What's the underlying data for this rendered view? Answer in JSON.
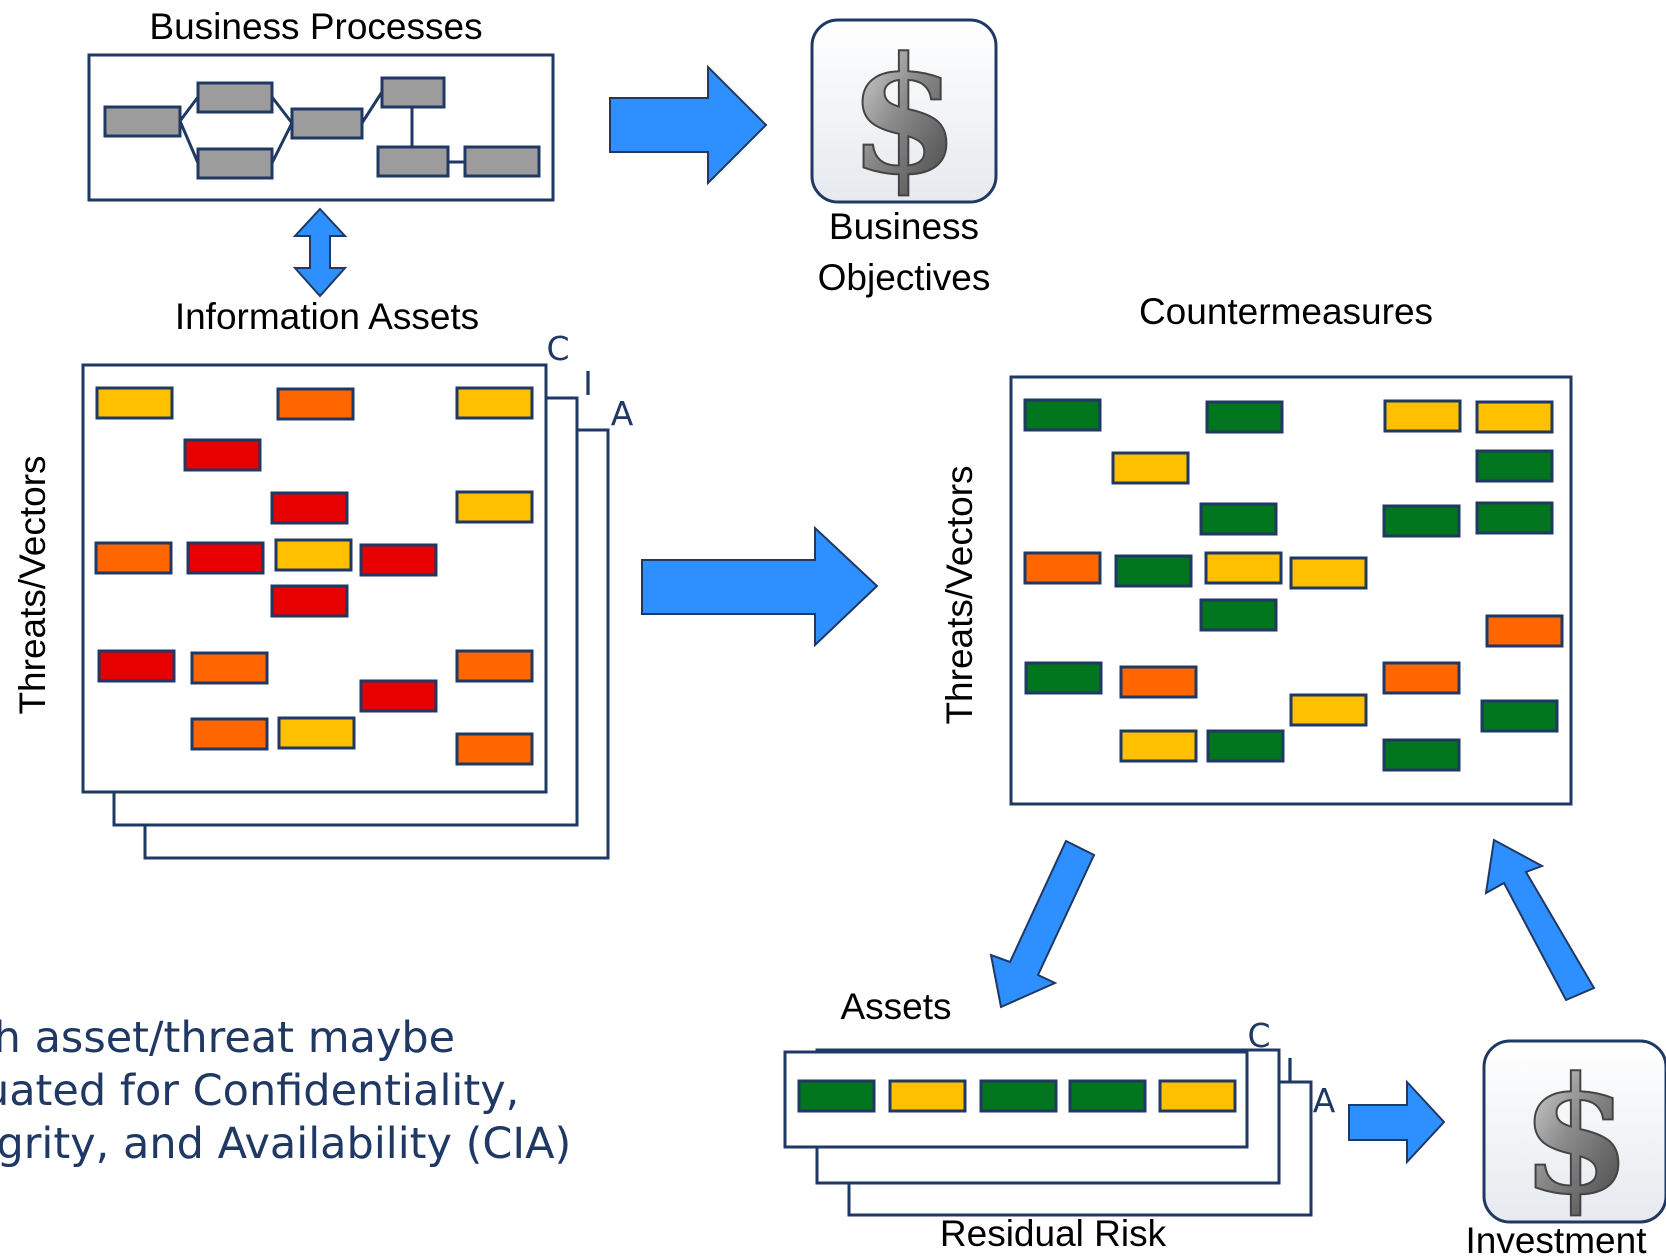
{
  "labels": {
    "business_processes": "Business Processes",
    "business_objectives_line1": "Business",
    "business_objectives_line2": "Objectives",
    "information_assets": "Information Assets",
    "threats_vectors_left": "Threats/Vectors",
    "countermeasures": "Countermeasures",
    "threats_vectors_right": "Threats/Vectors",
    "assets": "Assets",
    "residual_risk": "Residual Risk",
    "investment": "Investment",
    "cia_c": "C",
    "cia_i": "I",
    "cia_a": "A",
    "bottom_cia_c": "C",
    "bottom_cia_i": "I",
    "bottom_cia_a": "A"
  },
  "icons": {
    "objectives_icon": "dollar-sign-icon",
    "investment_icon": "dollar-sign-icon"
  },
  "note": {
    "line1": "ch asset/threat maybe",
    "line2": "luated for Confidentiality,",
    "line3": "egrity, and Availability (CIA)"
  },
  "colors": {
    "red": "#e60000",
    "orange": "#ff6600",
    "yellow": "#ffc000",
    "green": "#00751d",
    "gray": "#9c9c9c",
    "arrow": "#2e8fff",
    "frame": "#1f3864",
    "note_text": "#1f3864"
  },
  "matrices": {
    "information_assets_cells": [
      "yellow",
      "orange",
      "yellow",
      "red",
      "red",
      "yellow",
      "orange",
      "red",
      "yellow",
      "red",
      "red",
      "red",
      "orange",
      "orange",
      "red",
      "orange",
      "yellow",
      "orange",
      "orange"
    ],
    "countermeasures_cells": [
      "green",
      "green",
      "yellow",
      "yellow",
      "yellow",
      "green",
      "green",
      "green",
      "green",
      "orange",
      "green",
      "yellow",
      "yellow",
      "green",
      "orange",
      "green",
      "orange",
      "orange",
      "yellow",
      "green",
      "yellow",
      "green",
      "green"
    ],
    "residual_risk_cells": [
      "green",
      "yellow",
      "green",
      "green",
      "yellow"
    ]
  }
}
